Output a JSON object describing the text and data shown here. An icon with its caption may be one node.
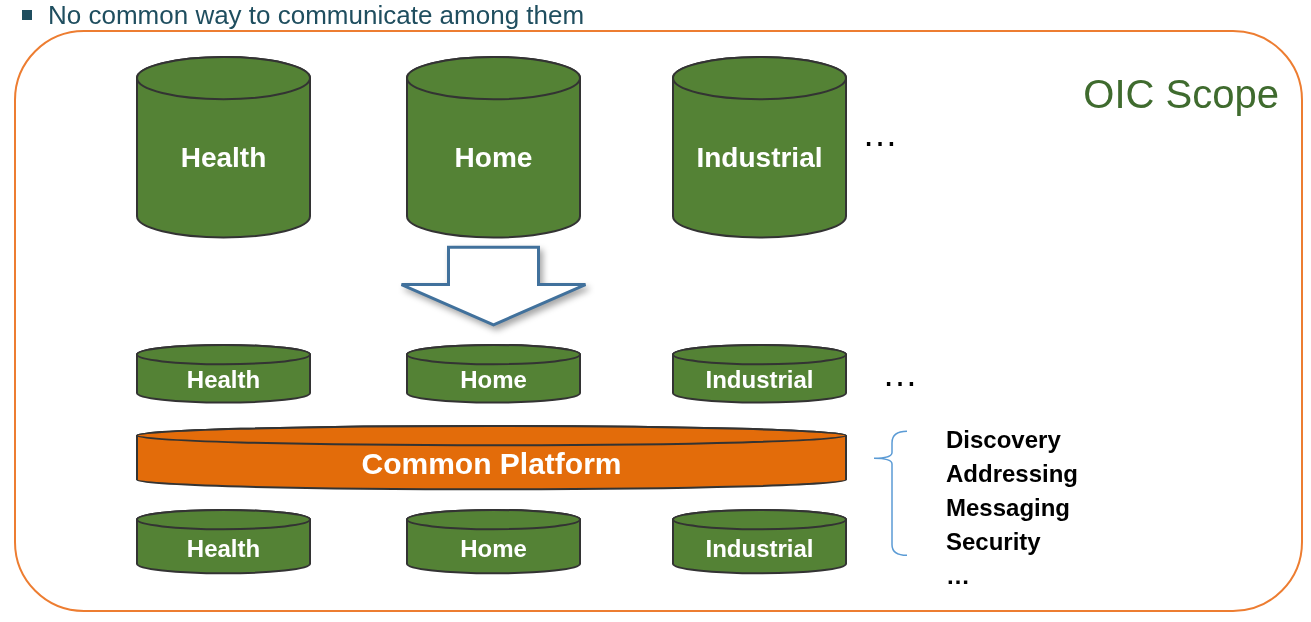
{
  "diagram": {
    "nodes": [
      {
        "text": [
          "OIC Scope"
        ]
      },
      {
        "text": [
          "Health"
        ],
        "in": 0
      },
      {
        "text": [
          "Home"
        ],
        "in": 0
      },
      {
        "text": [
          "Industrial"
        ],
        "in": 0
      },
      {
        "text": [
          "Health"
        ],
        "in": 0
      },
      {
        "text": [
          "Home"
        ],
        "in": 0
      },
      {
        "text": [
          "Industrial"
        ],
        "in": 0
      },
      {
        "text": [
          "Common Platform"
        ],
        "in": 0
      },
      {
        "text": [
          "Health"
        ],
        "in": 0
      },
      {
        "text": [
          "Home"
        ],
        "in": 0
      },
      {
        "text": [
          "Industrial"
        ],
        "in": 0
      }
    ],
    "edges": [
      {
        "from": 2,
        "to": 5,
        "arrow": "to"
      }
    ],
    "labels": [
      "No common way to communicate among them",
      "…",
      "…",
      "Discovery",
      "Addressing",
      "Messaging",
      "Security",
      "…"
    ]
  }
}
